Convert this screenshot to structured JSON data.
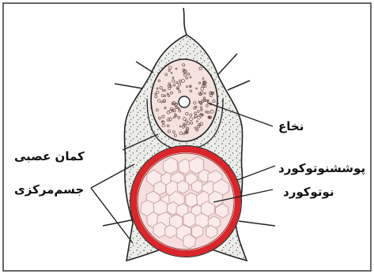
{
  "labels": {
    "spinal_cord": "نخاع",
    "neural_arch": "کمان عصبی",
    "notochord_sheath": "پوششنوتوکورد",
    "centrum": "جسم‌مرکزی",
    "notochord": "نوتوکورد"
  },
  "colors": {
    "bone_fill": "#ecece8",
    "stipple": "#555555",
    "outline": "#222222",
    "spinal_cord_fill": "#f3e2dd",
    "notochord_fill": "#f6dede",
    "notochord_cells": "#fbeaea",
    "sheath": "#d8262a",
    "frame": "#333333"
  }
}
